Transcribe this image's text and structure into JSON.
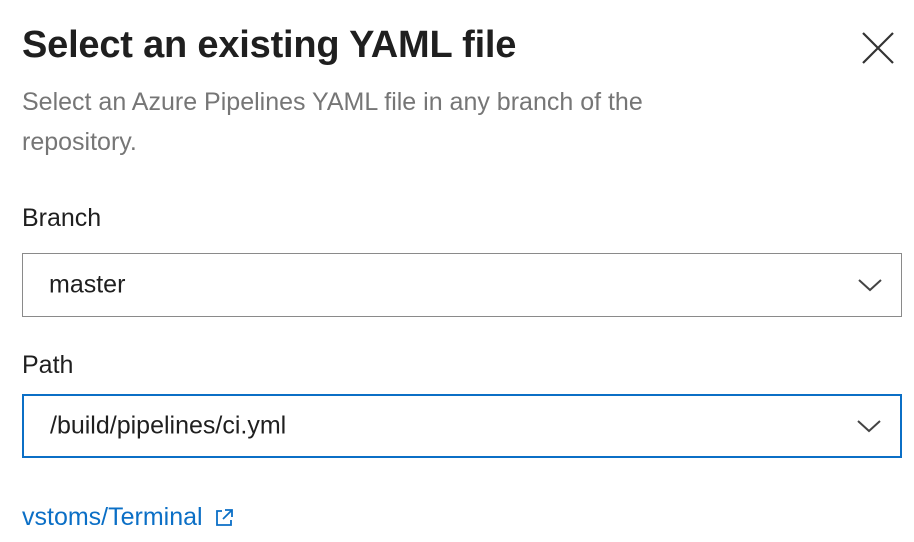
{
  "dialog": {
    "title": "Select an existing YAML file",
    "description": "Select an Azure Pipelines YAML file in any branch of the repository.",
    "close_icon": "close-icon"
  },
  "branch": {
    "label": "Branch",
    "value": "master",
    "icon": "chevron-down-icon"
  },
  "path": {
    "label": "Path",
    "value": "/build/pipelines/ci.yml",
    "icon": "chevron-down-icon",
    "focused": true
  },
  "repository": {
    "link_text": "vstoms/Terminal",
    "icon": "external-link-icon"
  },
  "colors": {
    "accent": "#0b6fc6",
    "text": "#1f1f1f",
    "secondary_text": "#767676",
    "border": "#8a8a8a"
  }
}
